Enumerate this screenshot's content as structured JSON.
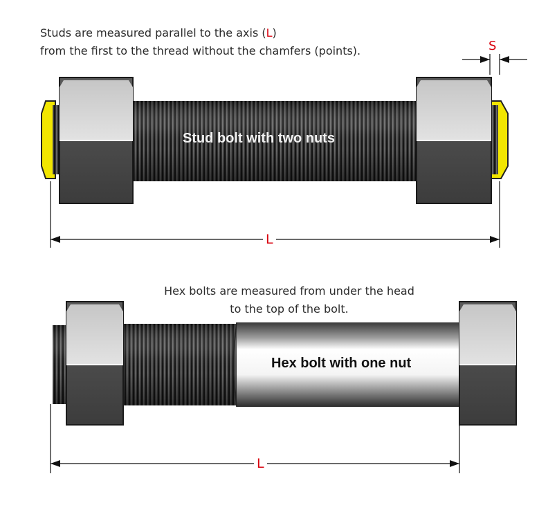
{
  "stud_caption": {
    "line1_prefix": "Studs are measured parallel to the axis (",
    "line1_symbol": "L",
    "line1_suffix": ")",
    "line2": "from the first to the thread without the chamfers (points)."
  },
  "hex_caption": {
    "line1": "Hex bolts are measured from under the head",
    "line2": "to the top of the bolt."
  },
  "labels": {
    "stud_bolt": "Stud bolt with two nuts",
    "hex_bolt": "Hex bolt with one nut",
    "s_dimension": "S",
    "stud_length": "L",
    "hex_length": "L"
  },
  "colors": {
    "dimension_red": "#d9000d",
    "chamfer_yellow": "#f2e600",
    "thread_dark": "#2e2e2e",
    "nut_light": "#d8d8d8",
    "nut_dark": "#555555"
  }
}
